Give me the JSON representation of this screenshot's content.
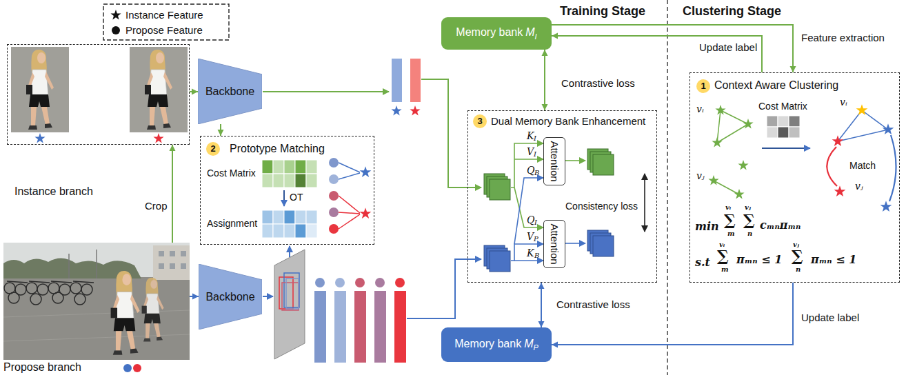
{
  "diagram": {
    "nodes": [
      {
        "text": [
          "Instance branch"
        ]
      },
      {
        "text": [
          "Backbone"
        ]
      },
      {
        "text": [
          "2",
          "Prototype Matching"
        ]
      },
      {
        "text": [
          "Propose branch"
        ]
      },
      {
        "text": [
          "Backbone"
        ]
      },
      {
        "text": [
          "Memory bank",
          "M",
          "I"
        ]
      },
      {
        "text": [
          "3",
          "Dual Memory Bank Enhancement"
        ]
      },
      {
        "text": [
          "Attention"
        ],
        "in": 6
      },
      {
        "text": [
          "Attention"
        ],
        "in": 6
      },
      {
        "text": [
          "Memory bank",
          "M",
          "P"
        ]
      },
      {
        "text": [
          "1",
          "Context Aware Clustering"
        ]
      }
    ],
    "edges": [
      {
        "from": 0,
        "to": 1,
        "arrow": "to"
      },
      {
        "from": 3,
        "to": 4,
        "arrow": "to"
      },
      {
        "from": 3,
        "to": 0,
        "label": "Crop",
        "arrow": "to"
      },
      {
        "from": 1,
        "to": 2,
        "arrow": "to"
      },
      {
        "from": 5,
        "to": 6,
        "label": "Contrastive loss",
        "arrow": "both"
      },
      {
        "from": 6,
        "to": 9,
        "label": "Contrastive loss",
        "arrow": "both"
      },
      {
        "from": 10,
        "to": 5,
        "label": "Update label",
        "arrow": "to"
      },
      {
        "from": 5,
        "to": 10,
        "label": "Feature extraction",
        "arrow": "to"
      },
      {
        "from": 10,
        "to": 9,
        "label": "Update label",
        "arrow": "to"
      }
    ],
    "labels": [
      "Training Stage",
      "Clustering Stage",
      "Cost Matrix",
      "OT",
      "Assignment",
      "K",
      "I",
      "V",
      "I",
      "Q",
      "B",
      "Q",
      "I",
      "V",
      "P",
      "K",
      "B",
      "Consistency loss",
      "vᵢ",
      "vⱼ",
      "Cost Matrix",
      "vᵢ",
      "Match",
      "vⱼ",
      "min",
      "vᵢ",
      "∑",
      "m",
      "vⱼ",
      "∑",
      "n",
      "cₘₙπₘₙ",
      "s.t",
      "vᵢ",
      "∑",
      "m",
      "πₘₙ ≤ 1",
      "vⱼ",
      "∑",
      "n",
      "πₘₙ ≤ 1"
    ],
    "legend": [
      {
        "text": "Instance Feature"
      },
      {
        "text": "Propose Feature"
      }
    ]
  }
}
